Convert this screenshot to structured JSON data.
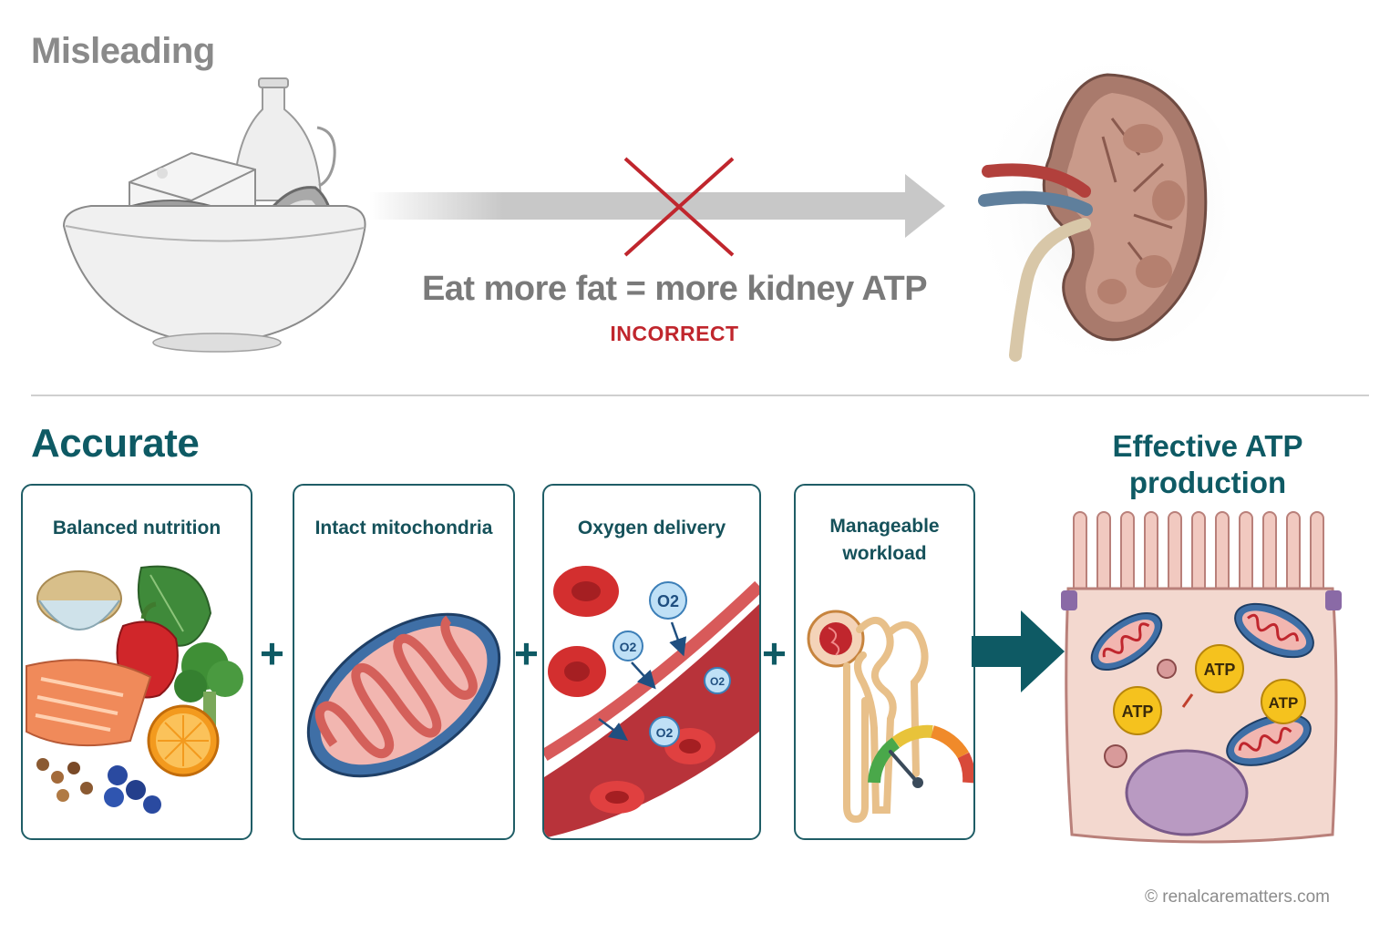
{
  "misleading": {
    "title": "Misleading",
    "claim": "Eat more fat = more kidney ATP",
    "verdict": "INCORRECT"
  },
  "accurate": {
    "title": "Accurate",
    "factors": [
      {
        "label": "Balanced nutrition"
      },
      {
        "label": "Intact mitochondria"
      },
      {
        "label": "Oxygen delivery"
      },
      {
        "label": "Manageable workload"
      }
    ],
    "operator": "+",
    "result": {
      "title": "Effective ATP production",
      "atp_label": "ATP"
    },
    "oxygen_label": "O2"
  },
  "credit": "© renalcarematters.com",
  "colors": {
    "accent": "#0e5a64",
    "card_border": "#1f5d66",
    "incorrect": "#c0262d",
    "muted_gray": "#8a8a8a",
    "arrow_gray": "#c8c8c8"
  }
}
